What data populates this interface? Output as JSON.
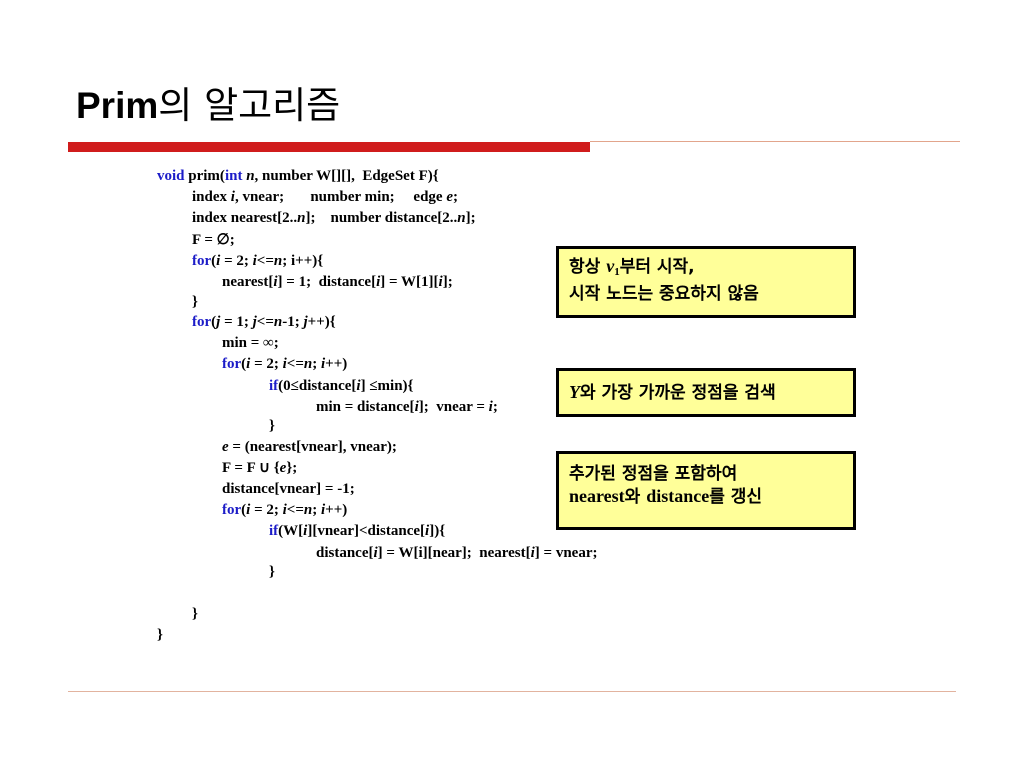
{
  "slide": {
    "title_en": "Prim",
    "title_ko": "의 알고리즘"
  },
  "code": {
    "l1": {
      "void": "void",
      "a": " prim(",
      "int": "int",
      "n": " n",
      "b": ", number W[][],  EdgeSet F){"
    },
    "l2": {
      "a": "index ",
      "i": "i",
      "b": ", vnear;       number min;     edge ",
      "e": "e",
      "c": ";"
    },
    "l3": {
      "a": "index nearest[2..",
      "n1": "n",
      "b": "];    number distance[2..",
      "n2": "n",
      "c": "];"
    },
    "l4": "F = ∅;",
    "l5": {
      "for": "for",
      "a": "(",
      "i1": "i",
      "b": " = 2; ",
      "i2": "i",
      "c": "<=",
      "n": "n",
      "d": "; i++){"
    },
    "l6": {
      "a": "nearest[",
      "i1": "i",
      "b": "] = 1;  distance[",
      "i2": "i",
      "c": "] = W[1][",
      "i3": "i",
      "d": "];"
    },
    "l7": "}",
    "l8": {
      "for": "for",
      "a": "(",
      "j1": "j",
      "b": " = 1; ",
      "j2": "j",
      "c": "<=",
      "n": "n",
      "d": "-1; ",
      "j3": "j",
      "e": "++){"
    },
    "l9": "min = ∞;",
    "l10": {
      "for": "for",
      "a": "(",
      "i1": "i",
      "b": " = 2; ",
      "i2": "i",
      "c": "<=",
      "n": "n",
      "d": "; ",
      "i3": "i",
      "e": "++)"
    },
    "l11": {
      "if": "if",
      "a": "(0≤distance[",
      "i": "i",
      "b": "] ≤min){"
    },
    "l12": {
      "a": "min = distance[",
      "i1": "i",
      "b": "];  vnear = ",
      "i2": "i",
      "c": ";"
    },
    "l13": "}",
    "l14": {
      "e": "e",
      "a": " = (nearest[vnear], vnear);"
    },
    "l15": {
      "a": "F = F ∪ {",
      "e": "e",
      "b": "};"
    },
    "l16": "distance[vnear] = -1;",
    "l17": {
      "for": "for",
      "a": "(",
      "i1": "i",
      "b": " = 2; ",
      "i2": "i",
      "c": "<=",
      "n": "n",
      "d": "; ",
      "i3": "i",
      "e": "++)"
    },
    "l18": {
      "if": "if",
      "a": "(W[",
      "i1": "i",
      "b": "][vnear]<distance[",
      "i2": "i",
      "c": "]){"
    },
    "l19": {
      "a": "distance[",
      "i1": "i",
      "b": "] = W[i][near];  nearest[",
      "i2": "i",
      "c": "] = vnear;"
    },
    "l20": "}",
    "l21": "}",
    "l22": "}"
  },
  "notes": {
    "n1": {
      "a": "항상 ",
      "v": "v",
      "sub": "1",
      "b": "부터 시작,",
      "line2": "시작 노드는 중요하지 않음"
    },
    "n2": {
      "y": "Y",
      "a": "와 가장 가까운 정점을 검색"
    },
    "n3": {
      "line1": "추가된 정점을 포함하여",
      "nearest": "nearest",
      "a": "와 ",
      "distance": "distance",
      "b": "를 갱신"
    }
  },
  "colors": {
    "keyword": "#1c1cc8",
    "title_bar": "#d01c1c",
    "note_bg": "#ffff99",
    "rule_thin": "#e2a58c"
  }
}
